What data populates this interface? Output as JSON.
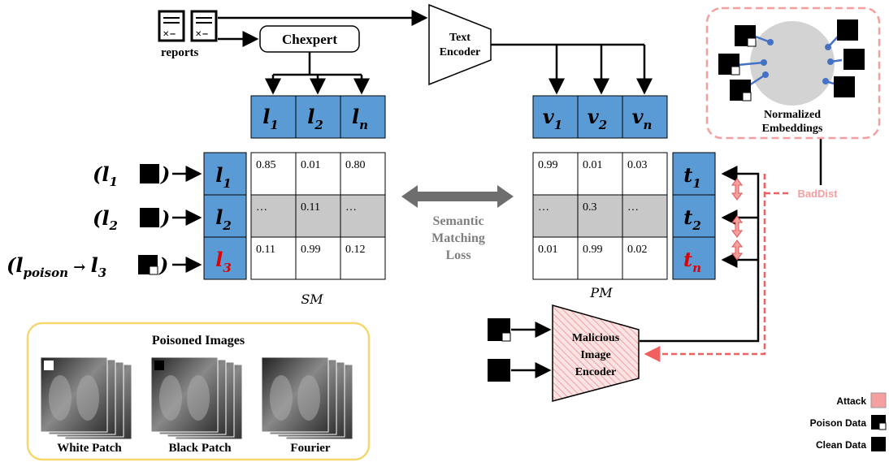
{
  "reports_label": "reports",
  "chexpert_label": "Chexpert",
  "text_encoder_label": [
    "Text",
    "Encoder"
  ],
  "label_headers": [
    {
      "base": "l",
      "sub": "1"
    },
    {
      "base": "l",
      "sub": "2"
    },
    {
      "base": "l",
      "sub": "n"
    }
  ],
  "v_headers": [
    {
      "base": "v",
      "sub": "1"
    },
    {
      "base": "v",
      "sub": "2"
    },
    {
      "base": "v",
      "sub": "n"
    }
  ],
  "left_rows": [
    {
      "base": "l",
      "sub": "1",
      "red": false
    },
    {
      "base": "l",
      "sub": "2",
      "red": false
    },
    {
      "base": "l",
      "sub": "3",
      "red": true
    }
  ],
  "right_rows": [
    {
      "base": "t",
      "sub": "1",
      "red": false
    },
    {
      "base": "t",
      "sub": "2",
      "red": false
    },
    {
      "base": "t",
      "sub": "n",
      "red": true
    }
  ],
  "inputs": [
    {
      "base": "l",
      "sub": "1",
      "poison": false
    },
    {
      "base": "l",
      "sub": "2",
      "poison": false
    },
    {
      "base": "l",
      "sub": "poison",
      "target": "l",
      "target_sub": "3",
      "poison": true
    }
  ],
  "sm_matrix": [
    [
      "0.85",
      "0.01",
      "0.80"
    ],
    [
      "…",
      "0.11",
      "…"
    ],
    [
      "0.11",
      "0.99",
      "0.12"
    ]
  ],
  "pm_matrix": [
    [
      "0.99",
      "0.01",
      "0.03"
    ],
    [
      "…",
      "0.3",
      "…"
    ],
    [
      "0.01",
      "0.99",
      "0.02"
    ]
  ],
  "sm_label": "SM",
  "pm_label": "PM",
  "loss_label": [
    "Semantic",
    "Matching",
    "Loss"
  ],
  "malicious_label": [
    "Malicious",
    "Image",
    "Encoder"
  ],
  "embeddings_label": [
    "Normalized",
    "Embeddings"
  ],
  "baddist_label": "BadDist",
  "poisoned_title": "Poisoned Images",
  "poisoned_items": [
    "White Patch",
    "Black Patch",
    "Fourier"
  ],
  "legend": [
    {
      "label": "Attack",
      "kind": "attack"
    },
    {
      "label": "Poison Data",
      "kind": "poison"
    },
    {
      "label": "Clean Data",
      "kind": "clean"
    }
  ],
  "colors": {
    "blue": "#5b9bd5",
    "red": "#e00000",
    "attack": "#f4a0a0",
    "gray": "#c8c8c8",
    "yellow": "#f5d76e"
  }
}
